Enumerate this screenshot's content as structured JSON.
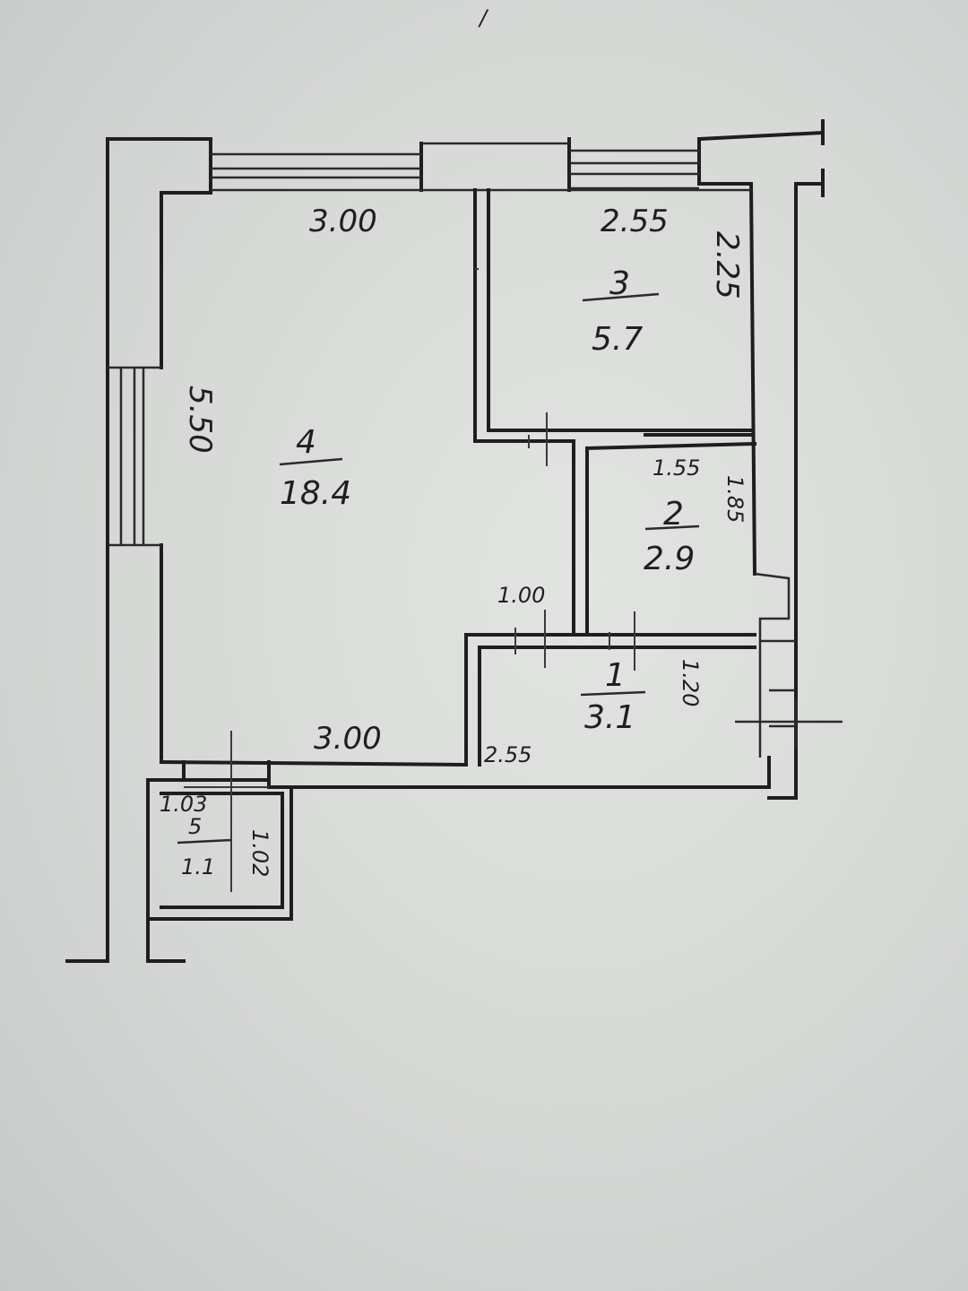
{
  "plan": {
    "mark_top": "/",
    "rooms": [
      {
        "number": "4",
        "area": "18.4"
      },
      {
        "number": "3",
        "area": "5.7"
      },
      {
        "number": "2",
        "area": "2.9"
      },
      {
        "number": "1",
        "area": "3.1"
      },
      {
        "number": "5",
        "area": "1.1"
      }
    ],
    "dimensions": {
      "room4_top": "3.00",
      "room4_left": "5.50",
      "room4_bottom": "3.00",
      "room3_top": "2.55",
      "room3_right": "2.25",
      "room2_top": "1.55",
      "room2_right": "1.85",
      "room2_left": "1.00",
      "room1_bottom": "2.55",
      "room1_right": "1.20",
      "room5_top": "1.03",
      "room5_right": "1.02"
    }
  }
}
